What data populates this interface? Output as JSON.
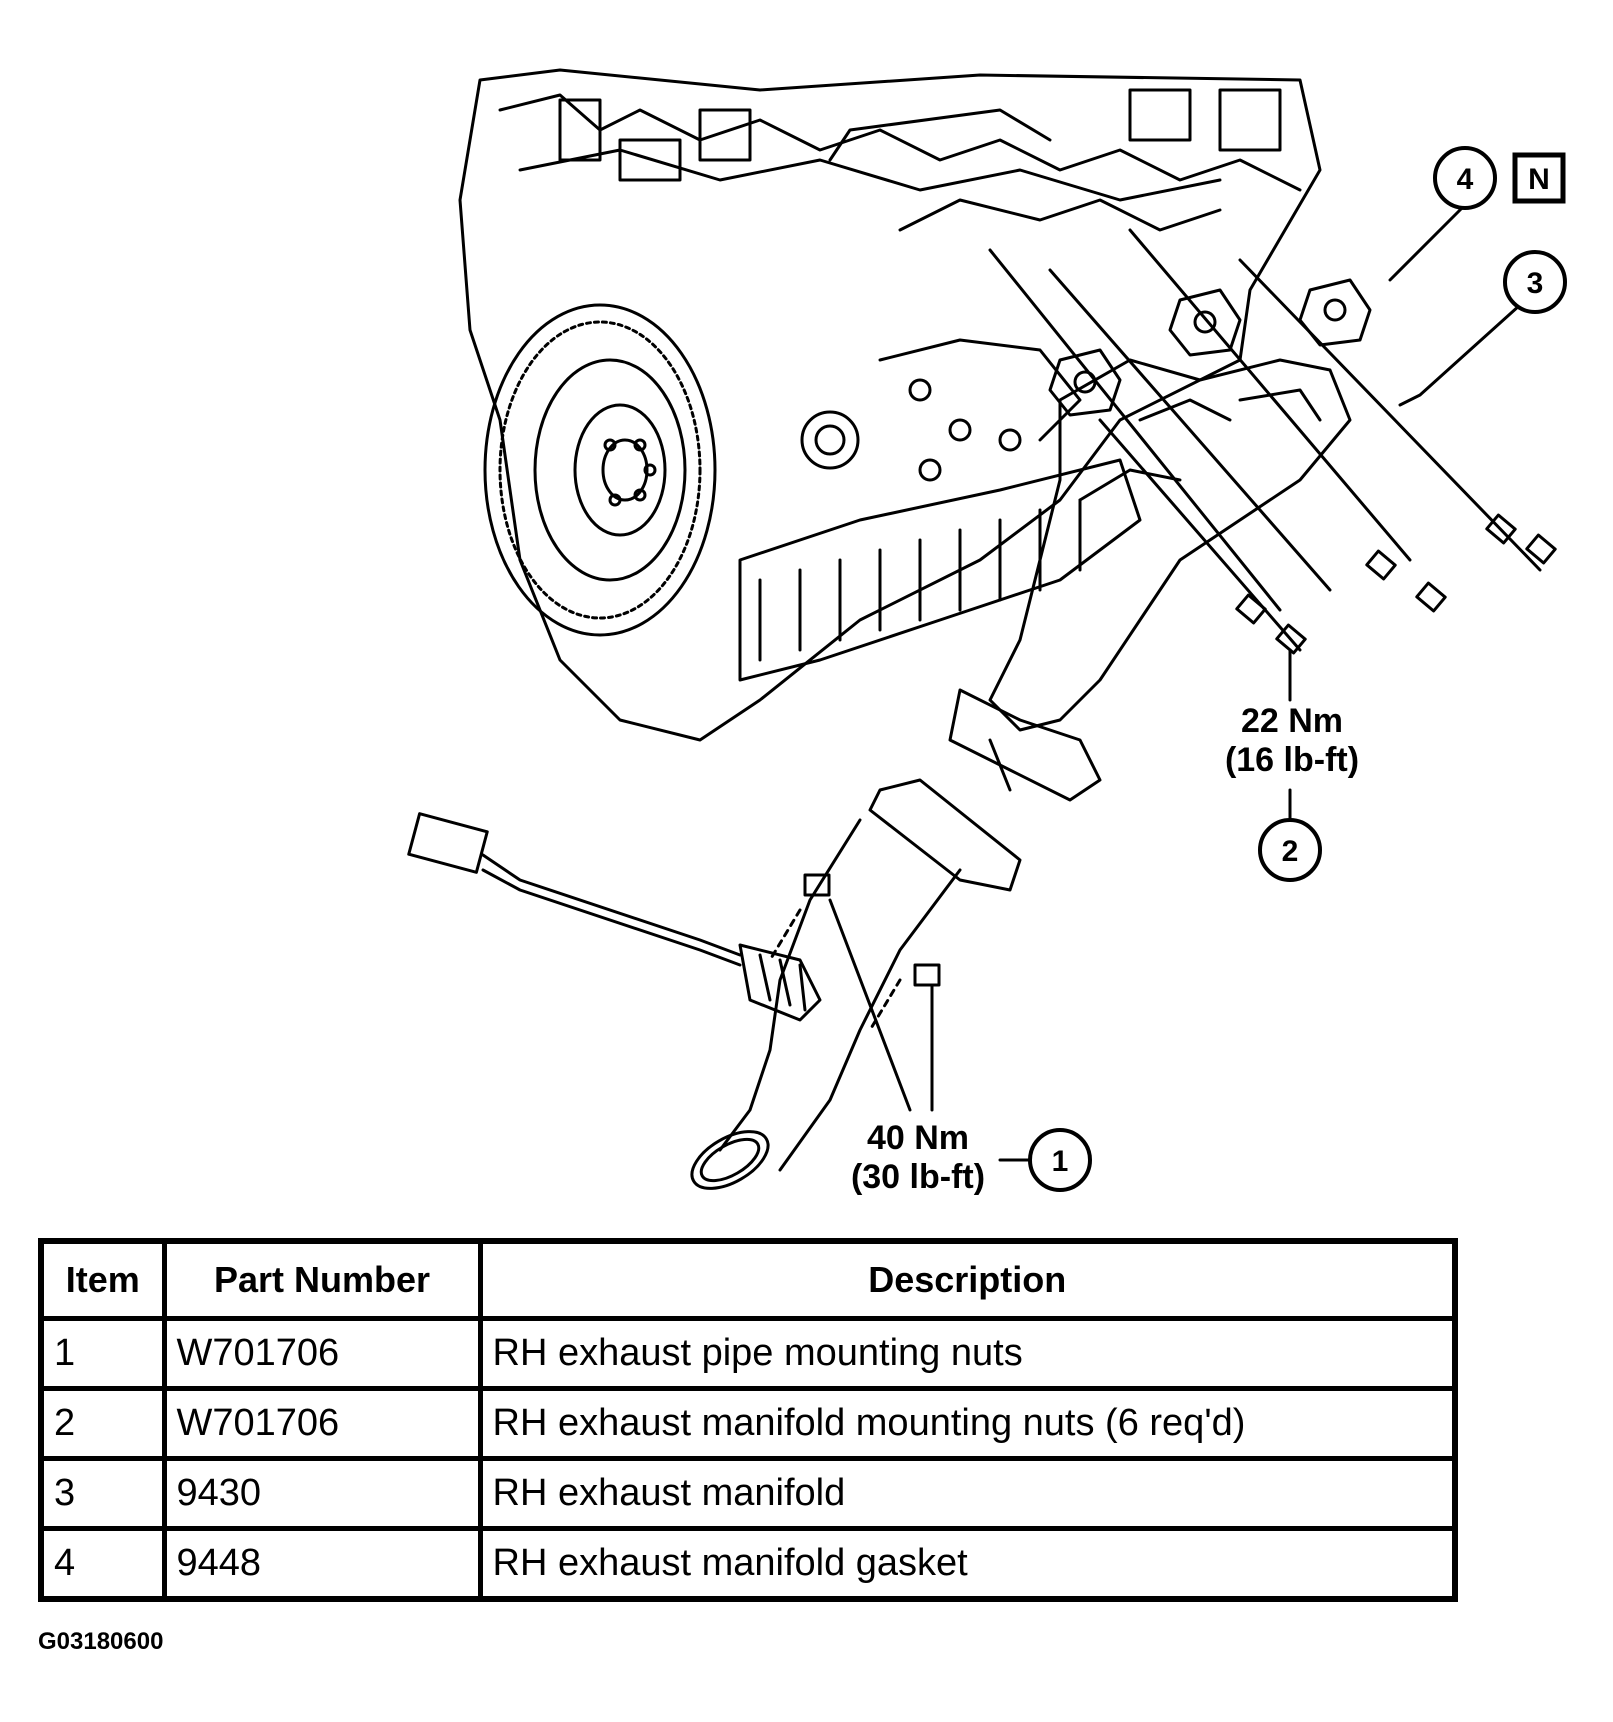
{
  "callouts": {
    "torque_2_nm": "22 Nm",
    "torque_2_lbft": "(16 lb-ft)",
    "torque_1_nm": "40 Nm",
    "torque_1_lbft": "(30 lb-ft)",
    "item_1": "1",
    "item_2": "2",
    "item_3": "3",
    "item_4": "4",
    "new_part_badge": "N"
  },
  "table": {
    "headers": [
      "Item",
      "Part Number",
      "Description"
    ],
    "rows": [
      {
        "item": "1",
        "part_number": "W701706",
        "description": "RH exhaust pipe mounting nuts"
      },
      {
        "item": "2",
        "part_number": "W701706",
        "description": "RH exhaust manifold mounting nuts (6 req'd)"
      },
      {
        "item": "3",
        "part_number": "9430",
        "description": "RH exhaust manifold"
      },
      {
        "item": "4",
        "part_number": "9448",
        "description": "RH exhaust manifold gasket"
      }
    ]
  },
  "figure_id": "G03180600"
}
